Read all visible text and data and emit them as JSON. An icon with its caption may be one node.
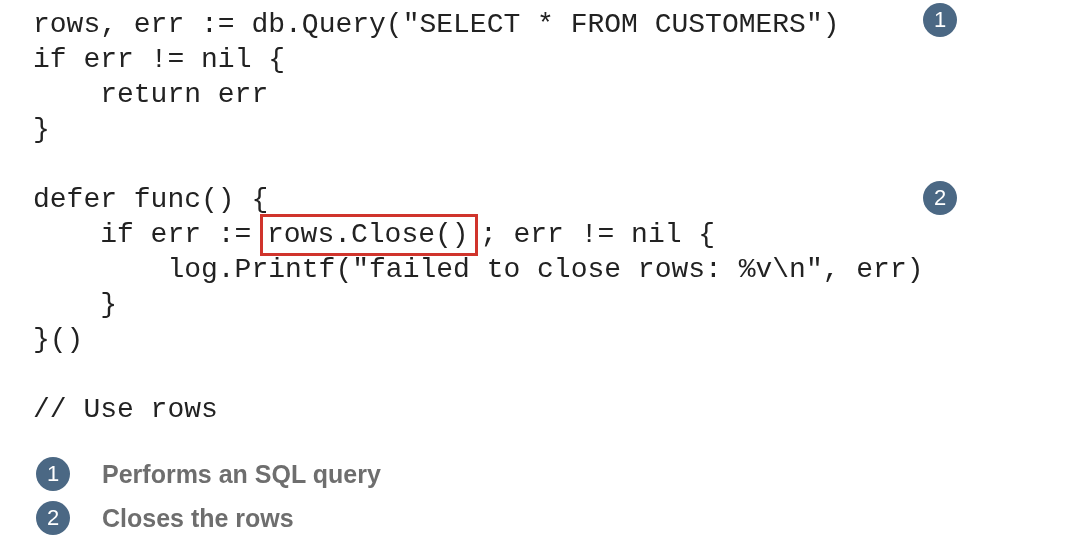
{
  "diagram": {
    "nodes": [
      {
        "text": [
          "rows.Close()"
        ]
      }
    ],
    "labels": [
      "rows, err := db.Query(\"SELECT * FROM CUSTOMERS\")",
      "1",
      "if err != nil {",
      "return err",
      "}",
      "defer func() {",
      "2",
      "if err :=",
      "; err != nil {",
      "log.Printf(\"failed to close rows: %v\\n\", err)",
      "}",
      "}()",
      "// Use rows",
      "1",
      "Performs an SQL query",
      "2",
      "Closes the rows"
    ]
  }
}
